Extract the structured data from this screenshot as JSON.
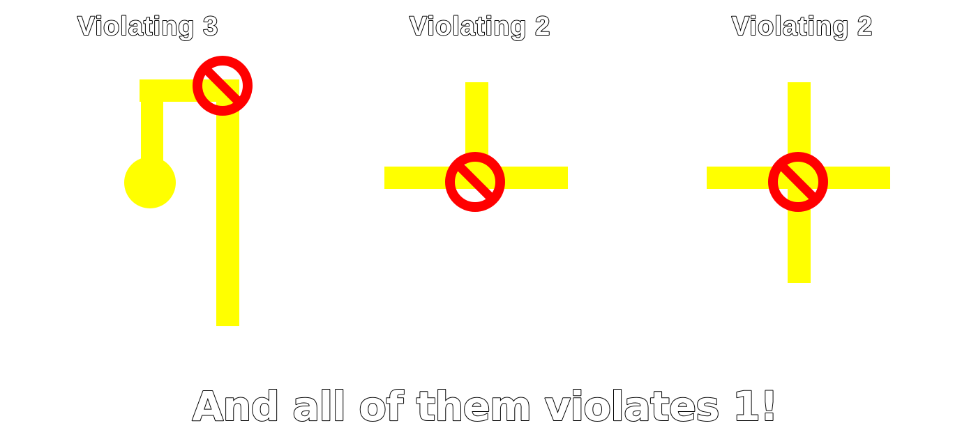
{
  "panels": [
    {
      "title": "Violating 3"
    },
    {
      "title": "Violating 2"
    },
    {
      "title": "Violating 2"
    }
  ],
  "footer": "And all of them violates 1!",
  "colors": {
    "trace": "#ffff00",
    "forbidden_sign": "#ff0000",
    "text_fill": "#ffffff",
    "text_outline": "#000000",
    "background": "#ffffff"
  },
  "icons": [
    "prohibited-icon"
  ]
}
